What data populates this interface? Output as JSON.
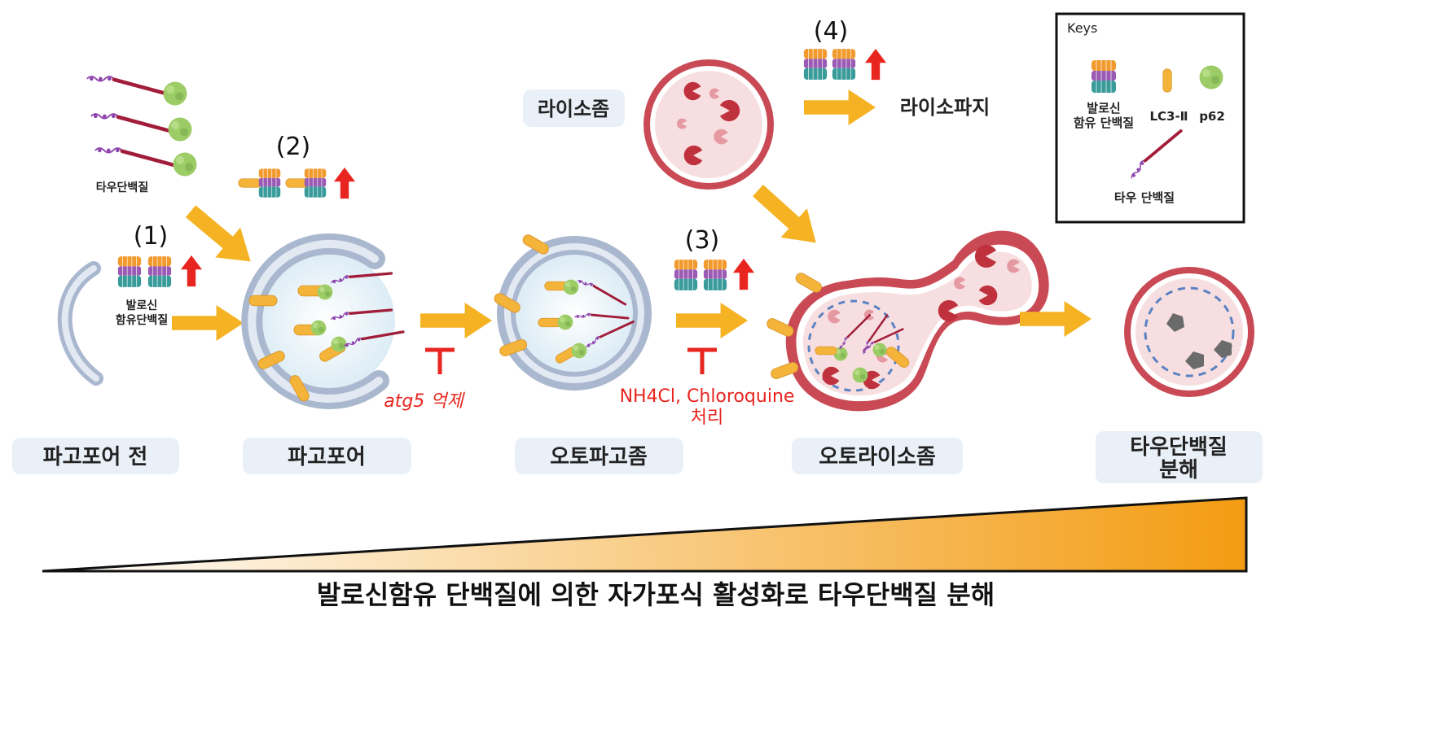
{
  "step_labels": [
    "(1)",
    "(2)",
    "(3)",
    "(4)"
  ],
  "tau_label": "타우단백질",
  "valosin_label_line1": "발로신",
  "valosin_label_line2": "함유단백질",
  "lysosome_label": "라이소좀",
  "lysophagy_label": "라이소파지",
  "inhibit1": "atg5 억제",
  "inhibit2_line1": "NH4Cl, Chloroquine",
  "inhibit2_line2": "처리",
  "stages": [
    "파고포어 전",
    "파고포어",
    "오토파고좀",
    "오토라이소좀"
  ],
  "final_stage_line1": "타우단백질",
  "final_stage_line2": "분해",
  "keys": {
    "title": "Keys",
    "valosin_line1": "발로신",
    "valosin_line2": "함유 단백질",
    "lc3": "LC3-Ⅱ",
    "p62": "p62",
    "tau": "타우 단백질"
  },
  "bottom_caption": "발로신함유 단백질에 의한 자가포식 활성화로 타우단백질 분해",
  "colors": {
    "arrow": "#f5b324",
    "red_arrow": "#e8251f",
    "membrane": "#aab8cf",
    "lysosome": "#c94a55",
    "p62": "#9ccc65",
    "lc3": "#f4b43a"
  }
}
